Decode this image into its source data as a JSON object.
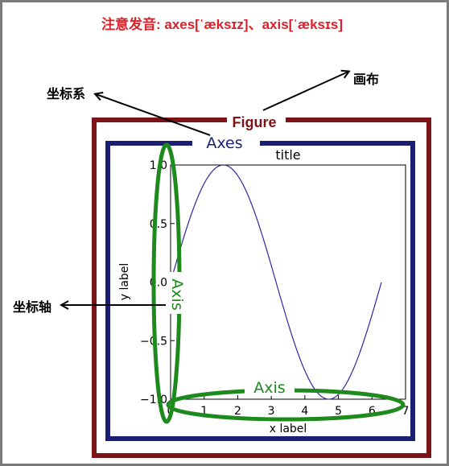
{
  "annotations": {
    "note": "注意发音: axes[ˈæksɪz]、axis[ˈæksɪs]",
    "canvas_label": "画布",
    "coordinate_system_label": "坐标系",
    "coordinate_axis_label": "坐标轴"
  },
  "labels": {
    "figure": "Figure",
    "axes": "Axes",
    "axis_y": "Axis",
    "axis_x": "Axis"
  },
  "colors": {
    "note": "#d9212b",
    "figure": "#7b1416",
    "axes": "#1b1f73",
    "axis": "#1e8a1e",
    "curve": "#2a2a9e"
  },
  "chart_data": {
    "type": "line",
    "title": "title",
    "xlabel": "x label",
    "ylabel": "y label",
    "xlim": [
      0,
      7
    ],
    "ylim": [
      -1.0,
      1.0
    ],
    "xticks": [
      0,
      1,
      2,
      3,
      4,
      5,
      6,
      7
    ],
    "yticks": [
      -1.0,
      -0.5,
      0.0,
      0.5,
      1.0
    ],
    "ytick_labels": [
      "−1.0",
      "−0.5",
      "0.0",
      "0.5",
      "1.0"
    ],
    "function": "sin",
    "x_range": [
      0,
      6.28
    ],
    "grid": false
  }
}
